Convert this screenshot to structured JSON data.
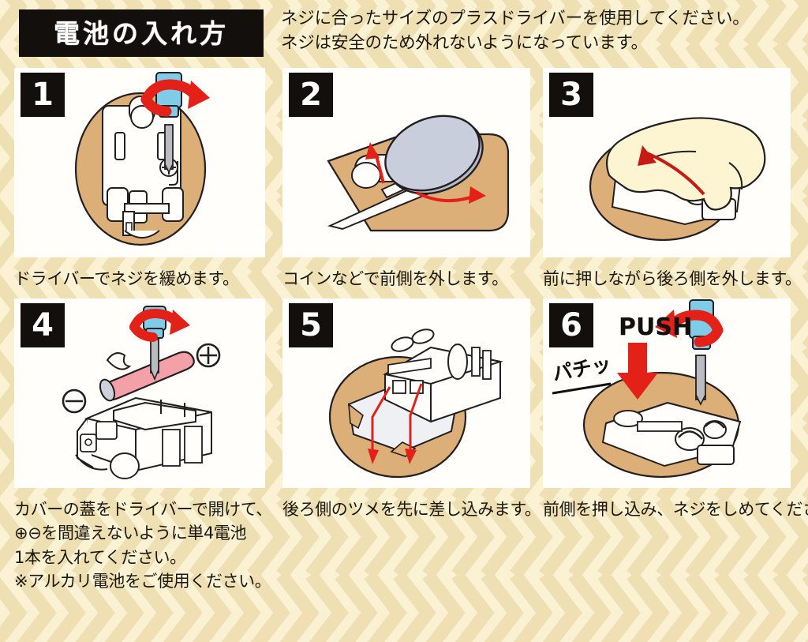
{
  "header": {
    "title": "電池の入れ方",
    "notes": [
      "ネジに合ったサイズのプラスドライバーを使用してください。",
      "ネジは安全のため外れないようになっています。"
    ]
  },
  "steps": [
    {
      "number": "1",
      "caption_lines": [
        "ドライバーでネジを緩めます。"
      ],
      "illustration": "screwdriver-loosening-screw-on-device-underside",
      "annotations": []
    },
    {
      "number": "2",
      "caption_lines": [
        "コインなどで前側を外します。"
      ],
      "illustration": "coin-prying-off-front-cover",
      "annotations": []
    },
    {
      "number": "3",
      "caption_lines": [
        "前に押しながら後ろ側を外します。"
      ],
      "illustration": "hand-pushing-forward-removing-rear-cover",
      "annotations": []
    },
    {
      "number": "4",
      "caption_lines": [
        "カバーの蓋をドライバーで開けて、",
        "⊕⊖を間違えないように単4電池",
        "1本を入れてください。",
        "※アルカリ電池をご使用ください。"
      ],
      "illustration": "aaa-battery-inserted-with-screwdriver",
      "annotations": [
        "⊕",
        "⊖"
      ]
    },
    {
      "number": "5",
      "caption_lines": [
        "後ろ側のツメを先に差し込みます。"
      ],
      "illustration": "rear-tabs-inserted-first-with-arrows",
      "annotations": []
    },
    {
      "number": "6",
      "caption_lines": [
        "前側を押し込み、ネジをしめてください。"
      ],
      "illustration": "push-front-down-and-tighten-screw",
      "annotations": [
        "PUSH",
        "パチッ"
      ]
    }
  ],
  "colors": {
    "background": "#fbf2d4",
    "chevron": "#efdeb0",
    "panel": "#fffefb",
    "badge": "#120f0d",
    "text": "#1b1713",
    "tan": "#dcaf78",
    "skin": "#fdf4d2",
    "battery_pink": "#f4a0a8",
    "driver_blue": "#7fcce8",
    "driver_shaft": "#b9bcc0",
    "arrow_red": "#e32119",
    "coin_gray": "#b4bac8",
    "outline": "#231f20"
  }
}
